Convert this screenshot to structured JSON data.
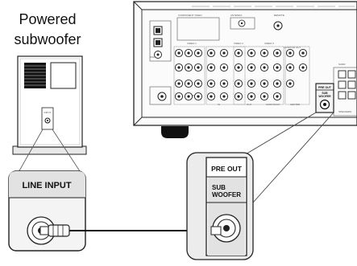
{
  "subwoofer": {
    "title_line1": "Powered",
    "title_line2": "subwoofer",
    "tiny_input_label": "INPUT"
  },
  "callout": {
    "line_input_label": "LINE INPUT"
  },
  "receiver": {
    "pre_out_label": "PRE OUT",
    "sub_label_1": "SUB",
    "sub_label_2": "WOOFER",
    "rear_labels": [
      "COMPONENT VIDEO",
      "ANTENNA",
      "REMOTE",
      "DIGITAL",
      "VIDEO 1",
      "VIDEO 2",
      "VIDEO 3",
      "MONITOR OUT",
      "AUDIO",
      "IN",
      "OUT",
      "FRONT",
      "CENTER",
      "SURR",
      "SURR BACK",
      "SPEAKERS"
    ]
  },
  "zoom": {
    "pre_out_label": "PRE OUT",
    "sub_label_1": "SUB",
    "sub_label_2": "WOOFER"
  },
  "colors": {
    "line": "#222222",
    "panel_fill": "#f4f4f4",
    "shade": "#d9d9d9",
    "label_band": "#e2e2e2",
    "dark": "#1c1c1c"
  }
}
